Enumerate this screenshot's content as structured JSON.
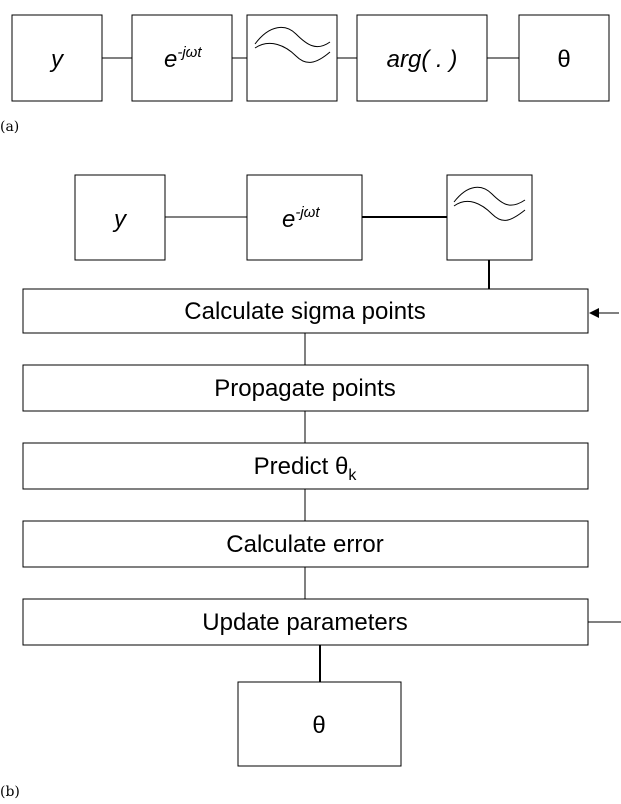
{
  "panel_a": {
    "caption": "(a)",
    "block_y": "y",
    "block_exp_base": "e",
    "block_exp_power": "-jωt",
    "block_filter_icon": "lowpass-filter-icon",
    "block_arg": "arg( . )",
    "block_theta": "θ"
  },
  "panel_b": {
    "caption": "(b)",
    "block_y": "y",
    "block_exp_base": "e",
    "block_exp_power": "-jωt",
    "block_filter_icon": "lowpass-filter-icon",
    "steps": [
      "Calculate sigma points",
      "Propagate points",
      "Predict θ",
      "Calculate error",
      "Update parameters"
    ],
    "predict_subscript": "k",
    "output": "θ"
  }
}
